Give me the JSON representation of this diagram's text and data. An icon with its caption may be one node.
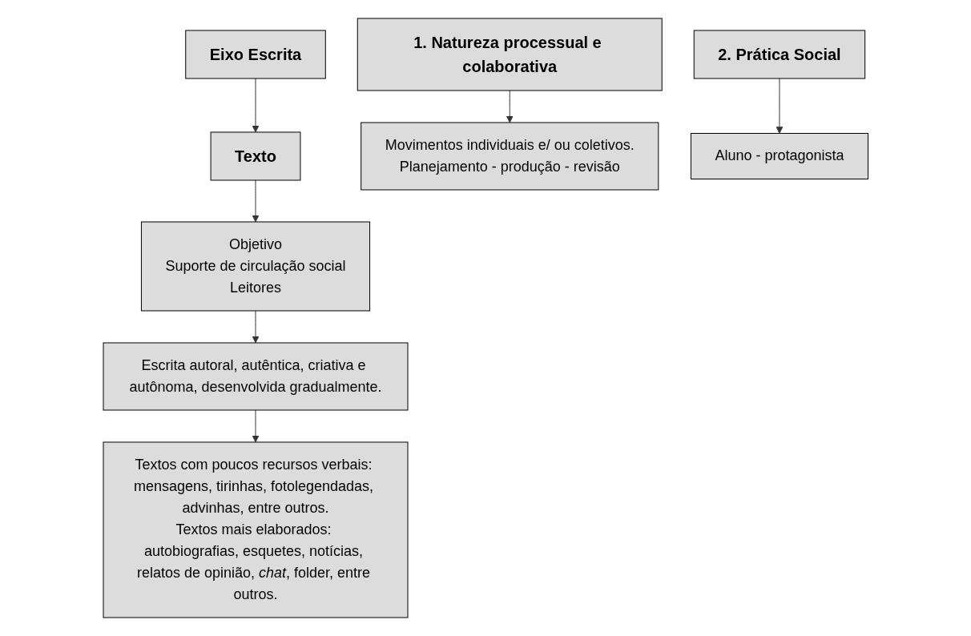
{
  "diagram": {
    "nodes": [
      {
        "text": [
          "Eixo Escrita"
        ]
      },
      {
        "text": [
          "Texto"
        ]
      },
      {
        "text": [
          "1. Natureza processual e colaborativa"
        ]
      },
      {
        "text": [
          "Objetivo",
          "Suporte de circulação social",
          "Leitores"
        ]
      },
      {
        "text": [
          "Movimentos individuais e/ ou coletivos.",
          "Planejamento - produção - revisão"
        ]
      },
      {
        "text": [
          "Escrita autoral, autêntica, criativa e autônoma, desenvolvida gradualmente."
        ]
      },
      {
        "text": [
          "2. Prática Social"
        ]
      },
      {
        "text": [
          "Aluno - protagonista"
        ]
      },
      {
        "text": [
          "Textos com poucos recursos verbais: mensagens, tirinhas, fotolegendadas, advinhas, entre outros.",
          "Textos mais elaborados: autobiografias, esquetes, notícias, relatos de opinião, *chat*, folder, entre outros."
        ]
      }
    ],
    "edges": [
      {
        "from": 0,
        "to": 1,
        "arrow": "to"
      },
      {
        "from": 1,
        "to": 3,
        "arrow": "to"
      },
      {
        "from": 3,
        "to": 5,
        "arrow": "to"
      },
      {
        "from": 5,
        "to": 8,
        "arrow": "to"
      },
      {
        "from": 2,
        "to": 4,
        "arrow": "to"
      },
      {
        "from": 6,
        "to": 7,
        "arrow": "to"
      }
    ]
  }
}
